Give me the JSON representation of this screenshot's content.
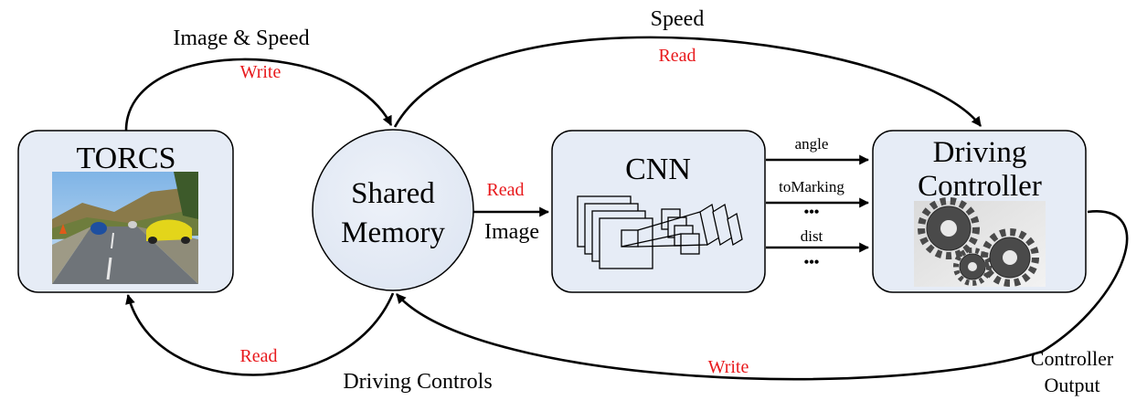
{
  "nodes": {
    "torcs": {
      "title": "TORCS"
    },
    "shared_memory": {
      "line1": "Shared",
      "line2": "Memory"
    },
    "cnn": {
      "title": "CNN"
    },
    "driving_controller": {
      "line1": "Driving",
      "line2": "Controller"
    }
  },
  "edges": {
    "image_speed_write": {
      "label": "Image & Speed",
      "action": "Write"
    },
    "speed_read": {
      "label": "Speed",
      "action": "Read"
    },
    "image_read": {
      "label": "Image",
      "action": "Read"
    },
    "driving_controls_read": {
      "label": "Driving Controls",
      "action": "Read"
    },
    "controller_output_write": {
      "label_line1": "Controller",
      "label_line2": "Output",
      "action": "Write"
    }
  },
  "cnn_outputs": [
    "angle",
    "toMarking",
    "•••",
    "dist",
    "•••"
  ],
  "colors": {
    "box_fill": "#e6ecf6",
    "action_text": "#e8191c",
    "line": "#000000"
  },
  "icons": {
    "torcs_screenshot": "racing-game-screenshot",
    "controller_image": "gears-image",
    "cnn_schematic": "cnn-layers-diagram"
  }
}
